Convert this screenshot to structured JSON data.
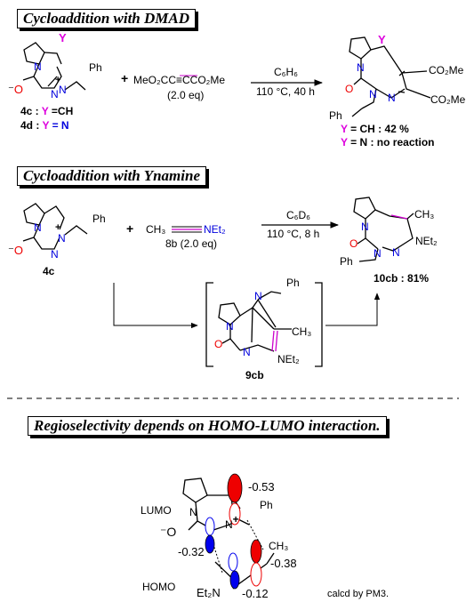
{
  "section1": {
    "title": "Cycloaddition with DMAD",
    "hetero_label": "Y",
    "n_plus": "N",
    "ph": "Ph",
    "reagent": "MeO₂CC≡CCO₂Me",
    "reagent_eq": "(2.0 eq)",
    "solvent": "C₆H₆",
    "conditions": "110 °C, 40 h",
    "label_4c_id": "4c : ",
    "label_4c_y": "Y",
    "label_4c_val": " =CH",
    "label_4d_id": "4d : ",
    "label_4d_y": "Y",
    "label_4d_val": " = N",
    "co2me_top": "CO₂Me",
    "co2me_bottom": "CO₂Me",
    "product_ph": "Ph",
    "result_ch_y": "Y",
    "result_ch": " = CH : 42 %",
    "result_n_y": "Y",
    "result_n": " = N   : no reaction"
  },
  "section2": {
    "title": "Cycloaddition with Ynamine",
    "ph": "Ph",
    "ch3": "CH₃",
    "net2": "NEt₂",
    "reagent_eq": "8b (2.0 eq)",
    "solvent": "C₆D₆",
    "conditions": "110 °C, 8 h",
    "compound_4c": "4c",
    "product_ch3": "CH₃",
    "product_net2": "NEt₂",
    "product_ph": "Ph",
    "product_label": "10cb : 81%",
    "intermediate_ph": "Ph",
    "intermediate_ch3": "CH₃",
    "intermediate_net2": "NEt₂",
    "intermediate_label": "9cb"
  },
  "section3": {
    "title": "Regioselectivity depends on HOMO-LUMO interaction.",
    "coef_top": "-0.53",
    "lumo": "LUMO",
    "ph": "Ph",
    "ch3": "CH₃",
    "coef_left": "-0.32",
    "coef_right": "-0.38",
    "homo": "HOMO",
    "et2n": "Et₂N",
    "coef_bottom": "-0.12",
    "calc": "calcd by PM3."
  },
  "colors": {
    "hetero_y": "#dd00dd",
    "nitrogen": "#0000dd",
    "oxygen": "#ee0000",
    "alkyne": "#cc00cc",
    "lobe_red": "#ee0000",
    "lobe_blue": "#0000ee"
  }
}
